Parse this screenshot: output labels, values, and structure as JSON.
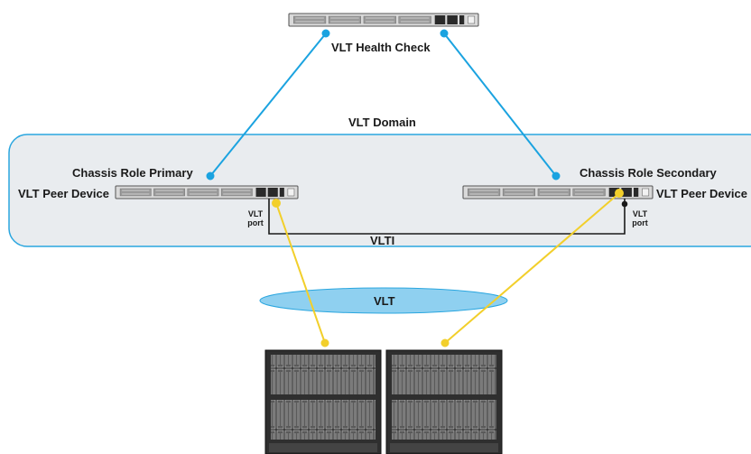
{
  "diagram": {
    "health_check_label": "VLT Health Check",
    "domain_label": "VLT Domain",
    "primary": {
      "role_label": "Chassis Role Primary",
      "device_label": "VLT Peer Device",
      "port_label": "VLT",
      "port_label_2": "port"
    },
    "secondary": {
      "role_label": "Chassis Role Secondary",
      "device_label": "VLT Peer Device",
      "port_label": "VLT",
      "port_label_2": "port"
    },
    "vlti_label": "VLTI",
    "vlt_label": "VLT"
  },
  "colors": {
    "health_link": "#1ba3e0",
    "vlt_link": "#f2cf2b",
    "domain_fill": "#e9ecef",
    "domain_stroke": "#2aa6df",
    "vlt_ellipse_fill": "#8fd0f0",
    "switch_body": "#d9d9d9",
    "blade_body": "#2f2f2f"
  }
}
